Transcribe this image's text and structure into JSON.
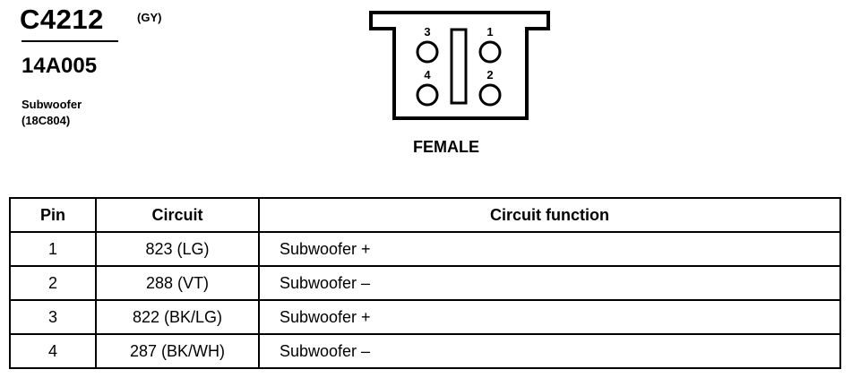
{
  "connector": {
    "id": "C4212",
    "color": "(GY)",
    "part_number": "14A005",
    "description_line1": "Subwoofer",
    "description_line2": "(18C804)",
    "gender": "FEMALE",
    "cavity_labels": [
      "3",
      "1",
      "4",
      "2"
    ]
  },
  "table": {
    "headers": [
      "Pin",
      "Circuit",
      "Circuit function"
    ],
    "rows": [
      {
        "pin": "1",
        "circuit": "823 (LG)",
        "function": "Subwoofer  +"
      },
      {
        "pin": "2",
        "circuit": "288 (VT)",
        "function": "Subwoofer  –"
      },
      {
        "pin": "3",
        "circuit": "822 (BK/LG)",
        "function": "Subwoofer  +"
      },
      {
        "pin": "4",
        "circuit": "287 (BK/WH)",
        "function": "Subwoofer  –"
      }
    ]
  }
}
